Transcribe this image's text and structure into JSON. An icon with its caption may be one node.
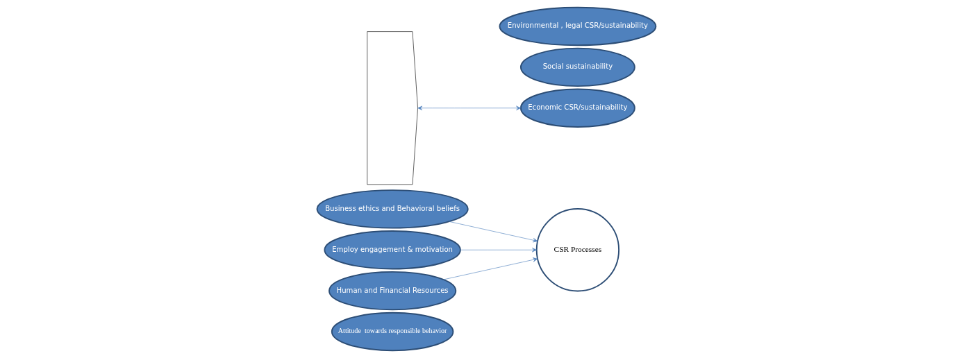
{
  "diagram": {
    "nodes": [
      {
        "text": [
          "Attitude  towards responsible behavior"
        ]
      },
      {
        "text": [
          "Business ethics and Behavioral beliefs"
        ]
      },
      {
        "text": [
          "Employ engagement & motivation"
        ]
      },
      {
        "text": [
          "Human and Financial Resources"
        ]
      },
      {
        "text": [
          "CSR Processes"
        ]
      },
      {
        "text": [],
        "shape": "chevron"
      },
      {
        "text": [
          "Social sustainability"
        ]
      },
      {
        "text": [
          "Environmental , legal CSR/sustainability"
        ]
      },
      {
        "text": [
          "Economic CSR/sustainability"
        ]
      }
    ],
    "edges": [
      {
        "from": 1,
        "to": 4,
        "arrow": "to"
      },
      {
        "from": 2,
        "to": 4,
        "arrow": "to"
      },
      {
        "from": 3,
        "to": 4,
        "arrow": "to"
      },
      {
        "from": 5,
        "to": 8,
        "arrow": "both"
      }
    ]
  }
}
